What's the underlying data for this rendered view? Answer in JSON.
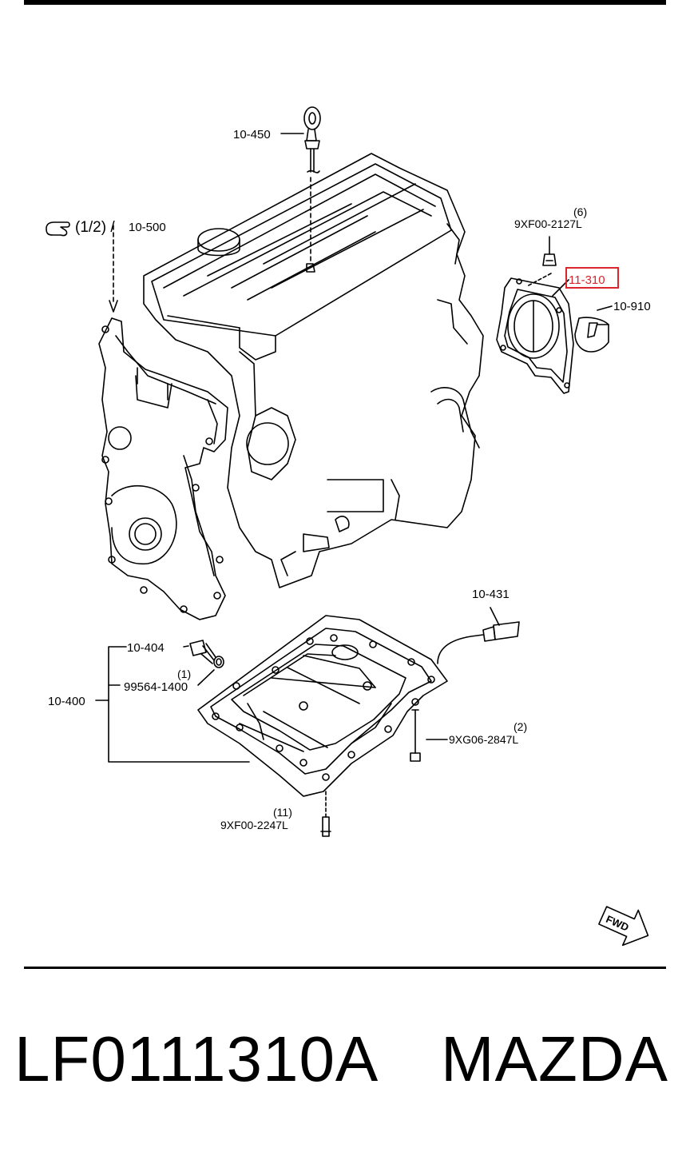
{
  "callouts": {
    "dipstick": "10-450",
    "timing_cover_ref_prefix": "(1/2) /",
    "timing_cover": "10-500",
    "bolt_qty_top": "(6)",
    "bolt_top": "9XF00-2127L",
    "rear_seal_plate": "11-310",
    "seal": "10-910",
    "oil_level_sensor": "10-431",
    "drain_plug": "10-404",
    "gasket_qty": "(1)",
    "gasket": "99564-1400",
    "oil_pan_assy": "10-400",
    "stud_qty": "(2)",
    "stud": "9XG06-2847L",
    "bolt_qty_bottom": "(11)",
    "bolt_bottom": "9XF00-2247L",
    "fwd_arrow": "FWD"
  },
  "highlight_color": "#d8262c",
  "icons": [
    "hand-pointing-icon",
    "forward-arrow-icon"
  ],
  "footer": {
    "part_number": "LF0111310A",
    "brand": "MAZDA"
  }
}
